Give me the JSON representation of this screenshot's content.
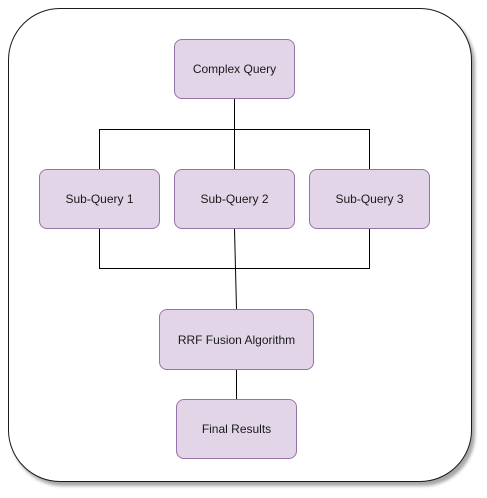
{
  "diagram": {
    "nodes": {
      "complex_query": "Complex Query",
      "sub_query_1": "Sub-Query 1",
      "sub_query_2": "Sub-Query 2",
      "sub_query_3": "Sub-Query 3",
      "rrf_fusion": "RRF Fusion Algorithm",
      "final_results": "Final Results"
    },
    "edges": [
      {
        "from": "complex_query",
        "to": "sub_query_1"
      },
      {
        "from": "complex_query",
        "to": "sub_query_2"
      },
      {
        "from": "complex_query",
        "to": "sub_query_3"
      },
      {
        "from": "sub_query_1",
        "to": "rrf_fusion"
      },
      {
        "from": "sub_query_2",
        "to": "rrf_fusion"
      },
      {
        "from": "sub_query_3",
        "to": "rrf_fusion"
      },
      {
        "from": "rrf_fusion",
        "to": "final_results"
      }
    ],
    "colors": {
      "node_fill": "#e1d5e7",
      "node_border": "#9673a6",
      "line": "#000000",
      "frame_border": "#1a1a1a"
    }
  }
}
